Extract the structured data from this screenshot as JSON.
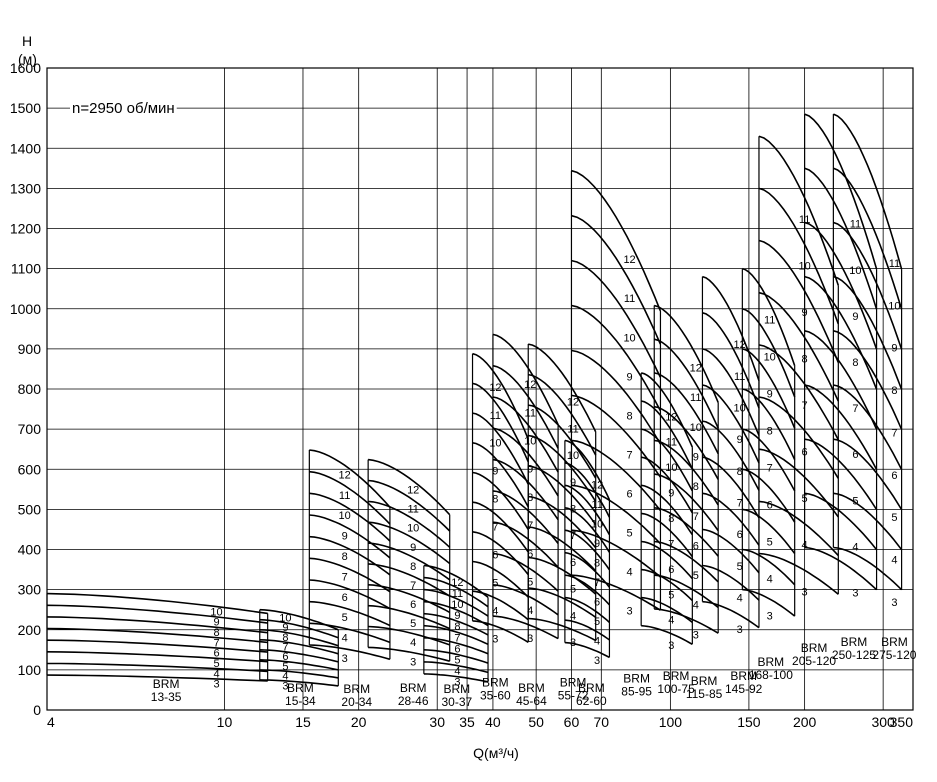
{
  "chart_data": {
    "type": "line",
    "title": "",
    "annotation": "n=2950 об/мин",
    "xlabel": "Q(м³/ч)",
    "ylabel_line1": "H",
    "ylabel_line2": "(м)",
    "x_scale": "log",
    "xlim": [
      4,
      350
    ],
    "ylim": [
      0,
      1600
    ],
    "grid": true,
    "x_ticks": [
      4,
      10,
      15,
      20,
      30,
      35,
      40,
      50,
      60,
      70,
      100,
      150,
      200,
      300,
      350
    ],
    "x_tick_labels": [
      "4",
      "10",
      "15",
      "20",
      "30",
      "35",
      "40",
      "50",
      "60",
      "70",
      "100",
      "150",
      "200",
      "300",
      "350"
    ],
    "y_ticks": [
      0,
      100,
      200,
      300,
      400,
      500,
      600,
      700,
      800,
      900,
      1000,
      1100,
      1200,
      1300,
      1400,
      1500,
      1600
    ],
    "y_tick_labels": [
      "0",
      "100",
      "200",
      "300",
      "400",
      "500",
      "600",
      "700",
      "800",
      "900",
      "1000",
      "1100",
      "1200",
      "1300",
      "1400",
      "1500",
      "1600"
    ],
    "series": [
      {
        "name": "BRM 13-35",
        "label_lines": [
          "BRM",
          "13-35"
        ],
        "q_min": 4,
        "q_max": 12.5,
        "h_stage": 29,
        "droop": 0.17,
        "stages": [
          3,
          4,
          5,
          6,
          7,
          8,
          9,
          10
        ],
        "stage_label_x": 9.6,
        "model_label_x": 7.4,
        "model_label_y": 55
      },
      {
        "name": "BRM 15-34",
        "label_lines": [
          "BRM",
          "15-34"
        ],
        "q_min": 12,
        "q_max": 18,
        "h_stage": 25,
        "droop": 0.2,
        "stages": [
          3,
          4,
          5,
          6,
          7,
          8,
          9,
          10
        ],
        "stage_label_x": 13.7,
        "model_label_x": 14.8,
        "model_label_y": 45
      },
      {
        "name": "BRM 20-34",
        "label_lines": [
          "BRM",
          "20-34"
        ],
        "q_min": 15.5,
        "q_max": 23.5,
        "h_stage": 54,
        "droop": 0.22,
        "stages": [
          3,
          4,
          5,
          6,
          7,
          8,
          9,
          10,
          11,
          12
        ],
        "stage_label_x": 18.6,
        "model_label_x": 19.8,
        "model_label_y": 42
      },
      {
        "name": "BRM 28-46",
        "label_lines": [
          "BRM",
          "28-46"
        ],
        "q_min": 21,
        "q_max": 32,
        "h_stage": 52,
        "droop": 0.22,
        "stages": [
          3,
          4,
          5,
          6,
          7,
          8,
          9,
          10,
          11,
          12
        ],
        "stage_label_x": 26.5,
        "model_label_x": 26.5,
        "model_label_y": 45
      },
      {
        "name": "BRM 30-37",
        "label_lines": [
          "BRM",
          "30-37"
        ],
        "q_min": 28,
        "q_max": 39,
        "h_stage": 30,
        "droop": 0.22,
        "stages": [
          3,
          4,
          5,
          6,
          7,
          8,
          9,
          10,
          11,
          12
        ],
        "stage_label_x": 33.3,
        "model_label_x": 33.2,
        "model_label_y": 42
      },
      {
        "name": "BRM 35-60",
        "label_lines": [
          "BRM",
          "35-60"
        ],
        "q_min": 36,
        "q_max": 48,
        "h_stage": 74,
        "droop": 0.24,
        "stages": [
          3,
          4,
          5,
          6,
          7,
          8,
          9,
          10,
          11,
          12
        ],
        "stage_label_x": 40.5,
        "model_label_x": 40.5,
        "model_label_y": 58
      },
      {
        "name": "BRM 45-64",
        "label_lines": [
          "BRM",
          "45-64"
        ],
        "q_min": 40,
        "q_max": 56,
        "h_stage": 78,
        "droop": 0.24,
        "stages": [
          3,
          4,
          5,
          6,
          7,
          8,
          9,
          10,
          11,
          12
        ],
        "stage_label_x": 48.5,
        "model_label_x": 48.8,
        "model_label_y": 45
      },
      {
        "name": "BRM 55-72",
        "label_lines": [
          "BRM",
          "55-72"
        ],
        "q_min": 48,
        "q_max": 68,
        "h_stage": 76,
        "droop": 0.24,
        "stages": [
          3,
          4,
          5,
          6,
          7,
          8,
          9,
          10,
          11,
          12
        ],
        "stage_label_x": 60.5,
        "model_label_x": 60.5,
        "model_label_y": 58
      },
      {
        "name": "BRM 62-60",
        "label_lines": [
          "BRM",
          "62-60"
        ],
        "q_min": 58,
        "q_max": 73,
        "h_stage": 56,
        "droop": 0.22,
        "stages": [
          3,
          4,
          5,
          6,
          7,
          8,
          9,
          10,
          11,
          12
        ],
        "stage_label_x": 68.5,
        "model_label_x": 66.5,
        "model_label_y": 45
      },
      {
        "name": "BRM 85-95",
        "label_lines": [
          "BRM",
          "85-95"
        ],
        "q_min": 60,
        "q_max": 95,
        "h_stage": 112,
        "droop": 0.26,
        "stages": [
          3,
          4,
          5,
          6,
          7,
          8,
          9,
          10,
          11,
          12
        ],
        "stage_label_x": 81,
        "model_label_x": 84,
        "model_label_y": 68
      },
      {
        "name": "BRM 100-75",
        "label_lines": [
          "BRM",
          "100-75"
        ],
        "q_min": 86,
        "q_max": 112,
        "h_stage": 70,
        "droop": 0.22,
        "stages": [
          3,
          4,
          5,
          6,
          7,
          8,
          9,
          10,
          11,
          12
        ],
        "stage_label_x": 100.5,
        "model_label_x": 103,
        "model_label_y": 75
      },
      {
        "name": "BRM 115-85",
        "label_lines": [
          "BRM",
          "115-85"
        ],
        "q_min": 92,
        "q_max": 128,
        "h_stage": 84,
        "droop": 0.24,
        "stages": [
          3,
          4,
          5,
          6,
          7,
          8,
          9,
          10,
          11,
          12
        ],
        "stage_label_x": 114,
        "model_label_x": 119,
        "model_label_y": 62
      },
      {
        "name": "BRM 145-92",
        "label_lines": [
          "BRM",
          "145-92"
        ],
        "q_min": 118,
        "q_max": 158,
        "h_stage": 90,
        "droop": 0.24,
        "stages": [
          3,
          4,
          5,
          6,
          7,
          8,
          9,
          10,
          11,
          12
        ],
        "stage_label_x": 143,
        "model_label_x": 146,
        "model_label_y": 75
      },
      {
        "name": "BRM 168-100",
        "label_lines": [
          "BRM",
          "168-100"
        ],
        "q_min": 145,
        "q_max": 190,
        "h_stage": 100,
        "droop": 0.22,
        "stages": [
          3,
          4,
          5,
          6,
          7,
          8,
          9,
          10,
          11
        ],
        "stage_label_x": 167,
        "model_label_x": 168,
        "model_label_y": 110
      },
      {
        "name": "BRM 205-120",
        "label_lines": [
          "BRM",
          "205-120"
        ],
        "q_min": 158,
        "q_max": 238,
        "h_stage": 130,
        "droop": 0.26,
        "stages": [
          3,
          4,
          5,
          6,
          7,
          8,
          9,
          10,
          11
        ],
        "stage_label_x": 200,
        "model_label_x": 210,
        "model_label_y": 145
      },
      {
        "name": "BRM 250-125",
        "label_lines": [
          "BRM",
          "250-125"
        ],
        "q_min": 200,
        "q_max": 290,
        "h_stage": 135,
        "droop": 0.26,
        "stages": [
          3,
          4,
          5,
          6,
          7,
          8,
          9,
          10,
          11
        ],
        "stage_label_x": 260,
        "model_label_x": 258,
        "model_label_y": 160
      },
      {
        "name": "BRM 275-120",
        "label_lines": [
          "BRM",
          "275-120"
        ],
        "q_min": 232,
        "q_max": 330,
        "h_stage": 135,
        "droop": 0.26,
        "stages": [
          3,
          4,
          5,
          6,
          7,
          8,
          9,
          10,
          11
        ],
        "stage_label_x": 318,
        "model_label_x": 318,
        "model_label_y": 160
      }
    ]
  }
}
